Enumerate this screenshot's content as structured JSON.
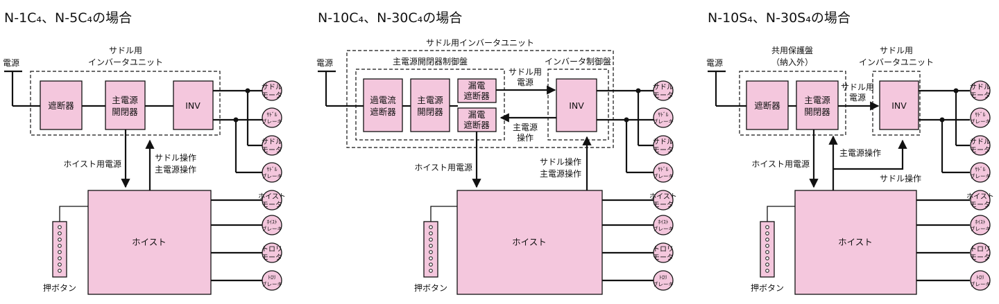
{
  "panels": [
    {
      "title": "N-1C₄、N-5C₄の場合",
      "power": "電源",
      "outer_label": [
        "サドル用",
        "インバータユニット"
      ],
      "breaker": "遮断器",
      "main_switch": [
        "主電源",
        "開閉器"
      ],
      "inv": "INV",
      "hoist": "ホイスト",
      "hoist_power": "ホイスト用電源",
      "saddle_op": [
        "サドル操作",
        "主電源操作"
      ],
      "pushbutton": "押ボタン"
    },
    {
      "title": "N-10C₄、N-30C₄の場合",
      "power": "電源",
      "outer_label": "サドル用インバータユニット",
      "main_panel_label": "主電源開閉器制御盤",
      "inv_panel_label": "インバータ制御盤",
      "overcurrent_breaker": [
        "過電流",
        "遮断器"
      ],
      "main_switch": [
        "主電源",
        "開閉器"
      ],
      "leak_breaker_1": [
        "漏電",
        "遮断器"
      ],
      "leak_breaker_2": [
        "漏電",
        "遮断器"
      ],
      "saddle_power": [
        "サドル用",
        "電源"
      ],
      "main_power_op": [
        "主電源",
        "操作"
      ],
      "inv": "INV",
      "hoist": "ホイスト",
      "hoist_power": "ホイスト用電源",
      "saddle_op": [
        "サドル操作",
        "主電源操作"
      ],
      "pushbutton": "押ボタン"
    },
    {
      "title": "N-10S₄、N-30S₄の場合",
      "power": "電源",
      "shared_panel_label": [
        "共用保護盤",
        "（納入外）"
      ],
      "inv_unit_label": [
        "サドル用",
        "インバータユニット"
      ],
      "breaker": "遮断器",
      "main_switch": [
        "主電源",
        "開閉器"
      ],
      "saddle_power": [
        "サドル用",
        "電源"
      ],
      "inv": "INV",
      "hoist": "ホイスト",
      "hoist_power": "ホイスト用電源",
      "main_power_op": "主電源操作",
      "saddle_op": "サドル操作",
      "pushbutton": "押ボタン"
    }
  ],
  "circles": {
    "saddle_motor": [
      "サドル",
      "モータ"
    ],
    "saddle_brake": [
      "ｻﾄﾞﾙ",
      "ブレーキ"
    ],
    "hoist_motor": [
      "ホイスト",
      "モータ"
    ],
    "hoist_brake": [
      "ﾎｲｽﾄ",
      "ブレーキ"
    ],
    "trolley_motor": [
      "トロリ",
      "モータ"
    ],
    "trolley_brake": [
      "ﾄﾛﾘ",
      "ブレーキ"
    ]
  },
  "colors": {
    "box_fill": "#f4c7dd",
    "line": "#111111"
  }
}
